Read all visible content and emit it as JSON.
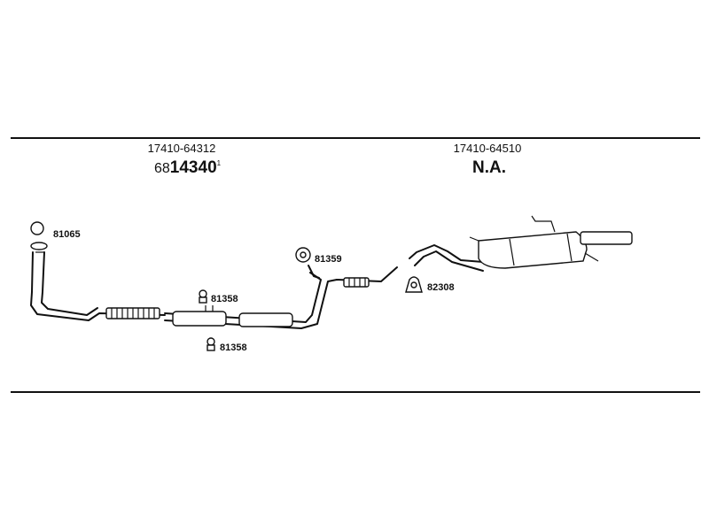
{
  "colors": {
    "line": "#111111",
    "background": "#ffffff"
  },
  "sections": [
    {
      "part_number": "17410-64312",
      "prefix": "68",
      "code": "14340",
      "superscript": "1"
    },
    {
      "part_number": "17410-64510",
      "code": "N.A."
    }
  ],
  "parts": {
    "clamp_ring": "81065",
    "bolt_upper": "81358",
    "bolt_lower": "81358",
    "hanger_rubber": "81359",
    "clamp_u": "82308"
  }
}
